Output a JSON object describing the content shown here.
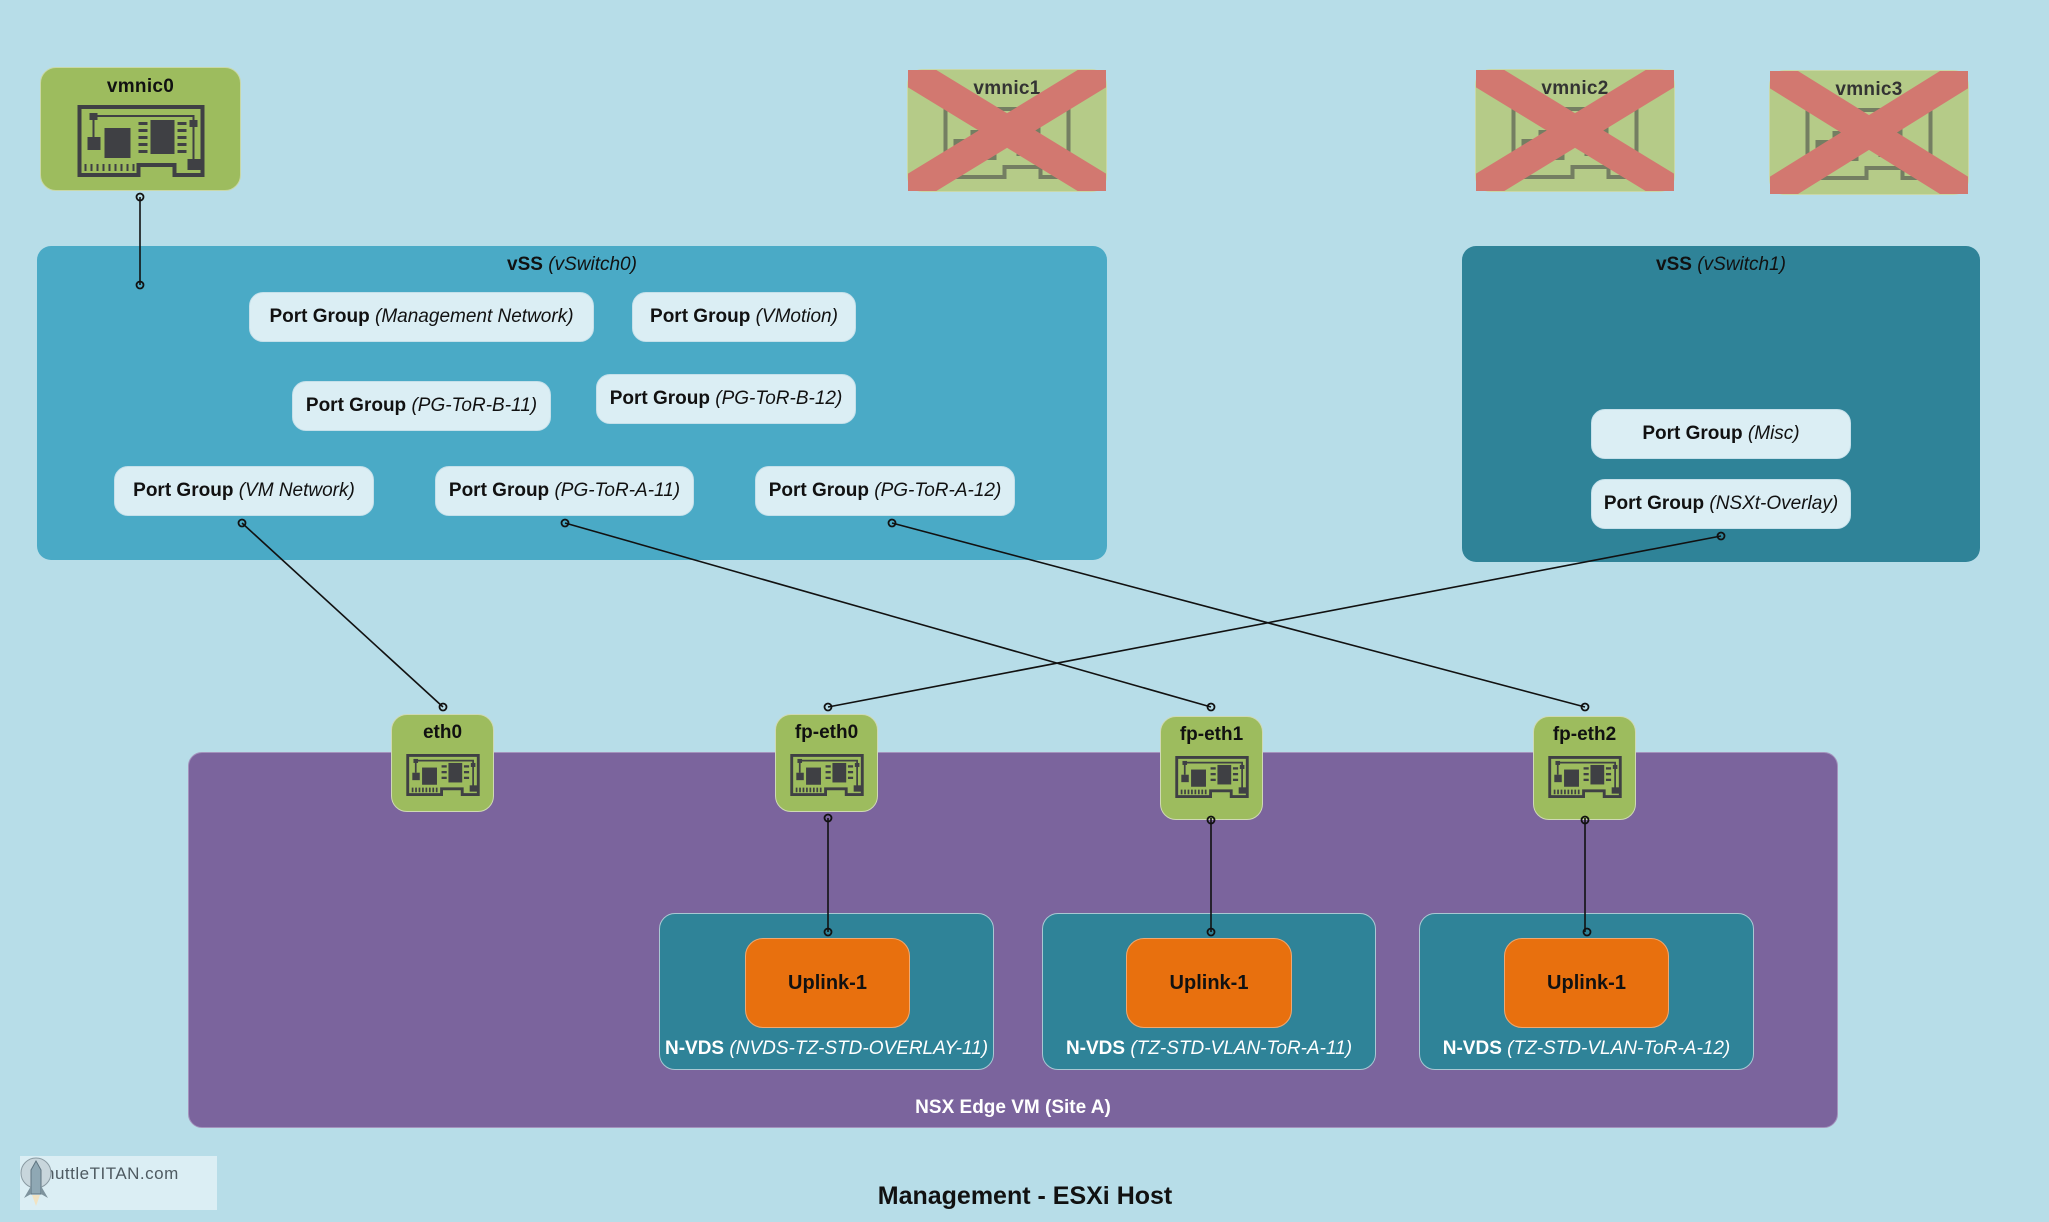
{
  "physical_nics": [
    {
      "name": "vmnic0",
      "status": "active"
    },
    {
      "name": "vmnic1",
      "status": "disabled"
    },
    {
      "name": "vmnic2",
      "status": "disabled"
    },
    {
      "name": "vmnic3",
      "status": "disabled"
    }
  ],
  "vss0": {
    "type": "vSS",
    "name": "(vSwitch0)",
    "port_groups": [
      {
        "prefix": "Port Group",
        "name": "(Management Network)"
      },
      {
        "prefix": "Port Group",
        "name": "(VMotion)"
      },
      {
        "prefix": "Port Group",
        "name": "(PG-ToR-B-11)"
      },
      {
        "prefix": "Port Group",
        "name": "(PG-ToR-B-12)"
      },
      {
        "prefix": "Port Group",
        "name": "(VM Network)"
      },
      {
        "prefix": "Port Group",
        "name": "(PG-ToR-A-11)"
      },
      {
        "prefix": "Port Group",
        "name": "(PG-ToR-A-12)"
      }
    ]
  },
  "vss1": {
    "type": "vSS",
    "name": "(vSwitch1)",
    "port_groups": [
      {
        "prefix": "Port Group",
        "name": "(Misc)"
      },
      {
        "prefix": "Port Group",
        "name": "(NSXt-Overlay)"
      }
    ]
  },
  "edge_vm": {
    "title": "NSX Edge VM (Site A)",
    "vnics": [
      {
        "name": "eth0"
      },
      {
        "name": "fp-eth0"
      },
      {
        "name": "fp-eth1"
      },
      {
        "name": "fp-eth2"
      }
    ],
    "nvds": [
      {
        "type": "N-VDS",
        "name": "(NVDS-TZ-STD-OVERLAY-11)",
        "uplink": "Uplink-1"
      },
      {
        "type": "N-VDS",
        "name": "(TZ-STD-VLAN-ToR-A-11)",
        "uplink": "Uplink-1"
      },
      {
        "type": "N-VDS",
        "name": "(TZ-STD-VLAN-ToR-A-12)",
        "uplink": "Uplink-1"
      }
    ]
  },
  "connections": [
    {
      "from": "vmnic0",
      "to": "vSwitch0"
    },
    {
      "from": "Port Group (VM Network)",
      "to": "eth0"
    },
    {
      "from": "Port Group (PG-ToR-A-11)",
      "to": "fp-eth1"
    },
    {
      "from": "Port Group (PG-ToR-A-12)",
      "to": "fp-eth2"
    },
    {
      "from": "Port Group (NSXt-Overlay)",
      "to": "fp-eth0"
    },
    {
      "from": "fp-eth0",
      "to": "N-VDS (NVDS-TZ-STD-OVERLAY-11) Uplink-1"
    },
    {
      "from": "fp-eth1",
      "to": "N-VDS (TZ-STD-VLAN-ToR-A-11) Uplink-1"
    },
    {
      "from": "fp-eth2",
      "to": "N-VDS (TZ-STD-VLAN-ToR-A-12) Uplink-1"
    }
  ],
  "logo": {
    "text": "shuttleTITAN.com"
  },
  "footer": {
    "title": "Management - ESXi Host"
  },
  "colors": {
    "background": "#b7dde8",
    "nic_green": "#9dbc5e",
    "vss0": "#4aaac6",
    "vss1": "#2f8398",
    "edge_purple": "#7b649d",
    "uplink_orange": "#e8700e",
    "disabled_cross": "#d27870"
  }
}
